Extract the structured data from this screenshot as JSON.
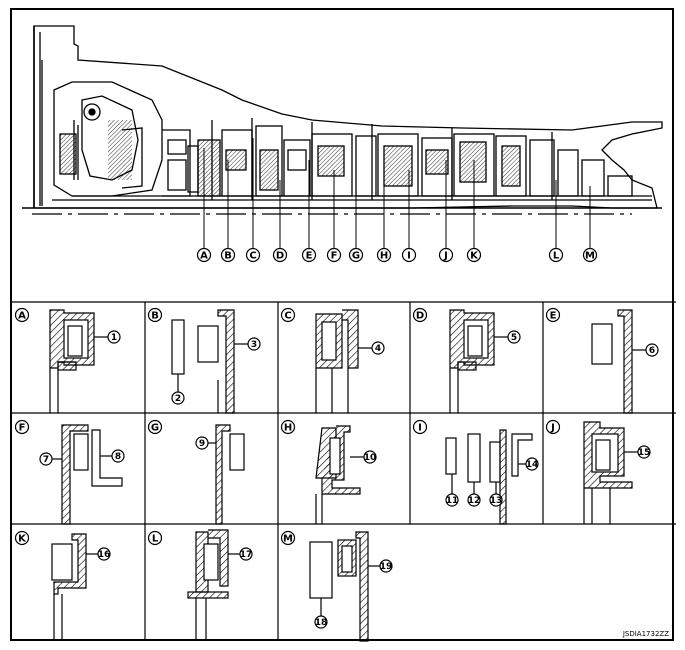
{
  "diagram_code": "JSDIA1732ZZ",
  "callout_letters": [
    "A",
    "B",
    "C",
    "D",
    "E",
    "F",
    "G",
    "H",
    "I",
    "J",
    "K",
    "L",
    "M"
  ],
  "detail_panels": [
    {
      "letter": "A",
      "parts": [
        "1"
      ]
    },
    {
      "letter": "B",
      "parts": [
        "2",
        "3"
      ]
    },
    {
      "letter": "C",
      "parts": [
        "4"
      ]
    },
    {
      "letter": "D",
      "parts": [
        "5"
      ]
    },
    {
      "letter": "E",
      "parts": [
        "6"
      ]
    },
    {
      "letter": "F",
      "parts": [
        "7",
        "8"
      ]
    },
    {
      "letter": "G",
      "parts": [
        "9"
      ]
    },
    {
      "letter": "H",
      "parts": [
        "10"
      ]
    },
    {
      "letter": "I",
      "parts": [
        "11",
        "12",
        "13",
        "14"
      ]
    },
    {
      "letter": "J",
      "parts": [
        "15"
      ]
    },
    {
      "letter": "K",
      "parts": [
        "16"
      ]
    },
    {
      "letter": "L",
      "parts": [
        "17"
      ]
    },
    {
      "letter": "M",
      "parts": [
        "18",
        "19"
      ]
    }
  ]
}
